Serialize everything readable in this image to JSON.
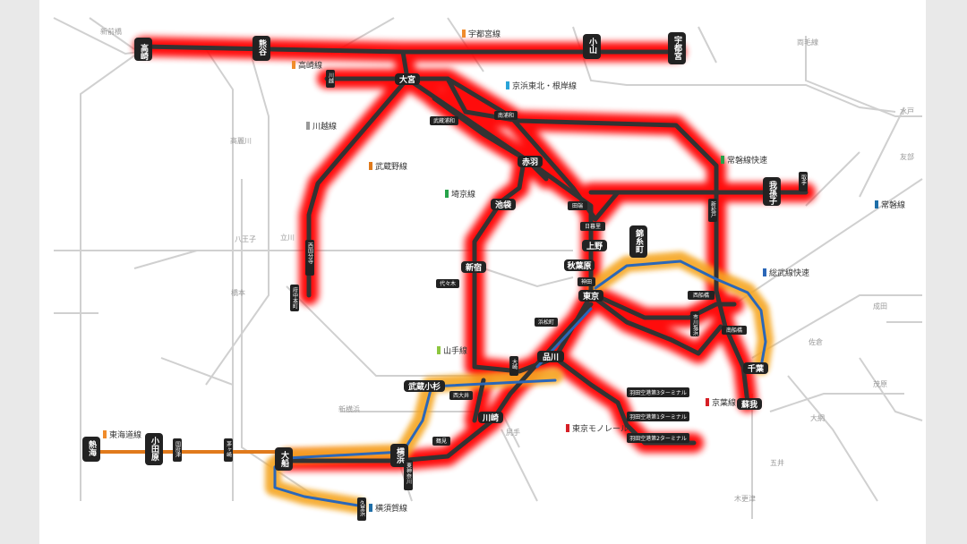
{
  "colors": {
    "background": "#e9e9e9",
    "map_bg": "#ffffff",
    "track": "#333333",
    "highlight_red": "#ff0000",
    "highlight_orange": "#f5a623",
    "blue_line": "#2b67b8",
    "orange_line": "#e07a1c",
    "grey_line": "#cfcfcf"
  },
  "line_labels": [
    {
      "text": "宇都宮線",
      "color": "#f08c2c"
    },
    {
      "text": "高崎線",
      "color": "#f08c2c"
    },
    {
      "text": "京浜東北・根岸線",
      "color": "#2aa4d8"
    },
    {
      "text": "川越線",
      "color": "#999999"
    },
    {
      "text": "武蔵野線",
      "color": "#e07a1c"
    },
    {
      "text": "常磐線快速",
      "color": "#27a34a"
    },
    {
      "text": "埼京線",
      "color": "#27a34a"
    },
    {
      "text": "常磐線",
      "color": "#1f6ea8"
    },
    {
      "text": "総武線快速",
      "color": "#2b67b8"
    },
    {
      "text": "山手線",
      "color": "#8dc63f"
    },
    {
      "text": "京葉線",
      "color": "#d61f26"
    },
    {
      "text": "東京モノレール",
      "color": "#d61f26"
    },
    {
      "text": "東海道線",
      "color": "#f08c2c"
    },
    {
      "text": "横須賀線",
      "color": "#1f6ea8"
    }
  ],
  "stations_major": [
    {
      "text": "高崎"
    },
    {
      "text": "熊谷"
    },
    {
      "text": "小山"
    },
    {
      "text": "宇都宮"
    },
    {
      "text": "大宮"
    },
    {
      "text": "赤羽"
    },
    {
      "text": "池袋"
    },
    {
      "text": "新宿"
    },
    {
      "text": "上野"
    },
    {
      "text": "秋葉原"
    },
    {
      "text": "東京"
    },
    {
      "text": "品川"
    },
    {
      "text": "我孫子"
    },
    {
      "text": "錦糸町"
    },
    {
      "text": "千葉"
    },
    {
      "text": "蘇我"
    },
    {
      "text": "武蔵小杉"
    },
    {
      "text": "川崎"
    },
    {
      "text": "横浜"
    },
    {
      "text": "大船"
    },
    {
      "text": "熱海"
    },
    {
      "text": "小田原"
    }
  ],
  "stations_minor": [
    {
      "text": "川越"
    },
    {
      "text": "南浦和"
    },
    {
      "text": "武蔵浦和"
    },
    {
      "text": "西国分寺"
    },
    {
      "text": "府中本町"
    },
    {
      "text": "田端"
    },
    {
      "text": "日暮里"
    },
    {
      "text": "代々木"
    },
    {
      "text": "神田"
    },
    {
      "text": "浜松町"
    },
    {
      "text": "大崎"
    },
    {
      "text": "西大井"
    },
    {
      "text": "鶴見"
    },
    {
      "text": "東神奈川"
    },
    {
      "text": "国府津"
    },
    {
      "text": "茅ヶ崎"
    },
    {
      "text": "久里浜"
    },
    {
      "text": "取手"
    },
    {
      "text": "新松戸"
    },
    {
      "text": "西船橋"
    },
    {
      "text": "市川塩浜"
    },
    {
      "text": "南船橋"
    },
    {
      "text": "羽田空港第3ターミナル"
    },
    {
      "text": "羽田空港第1ターミナル"
    },
    {
      "text": "羽田空港第2ターミナル"
    }
  ],
  "grey_labels": [
    {
      "text": "新前橋"
    },
    {
      "text": "両毛線"
    },
    {
      "text": "八王子"
    },
    {
      "text": "立川"
    },
    {
      "text": "橋本"
    },
    {
      "text": "高麗川"
    },
    {
      "text": "水戸"
    },
    {
      "text": "友部"
    },
    {
      "text": "成田"
    },
    {
      "text": "大網"
    },
    {
      "text": "新横浜"
    },
    {
      "text": "木更津"
    },
    {
      "text": "茂原"
    },
    {
      "text": "佐倉"
    },
    {
      "text": "尻手"
    },
    {
      "text": "五井"
    }
  ]
}
